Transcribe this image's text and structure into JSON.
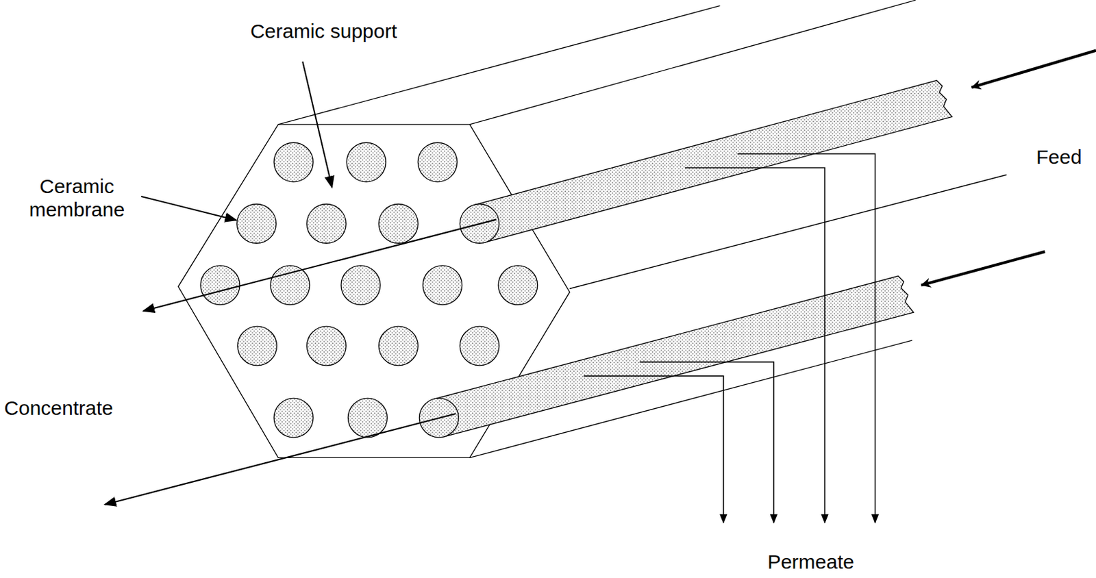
{
  "diagram": {
    "labels": [
      "Ceramic support",
      "Ceramic membrane",
      "Feed",
      "Concentrate",
      "Permeate"
    ]
  }
}
